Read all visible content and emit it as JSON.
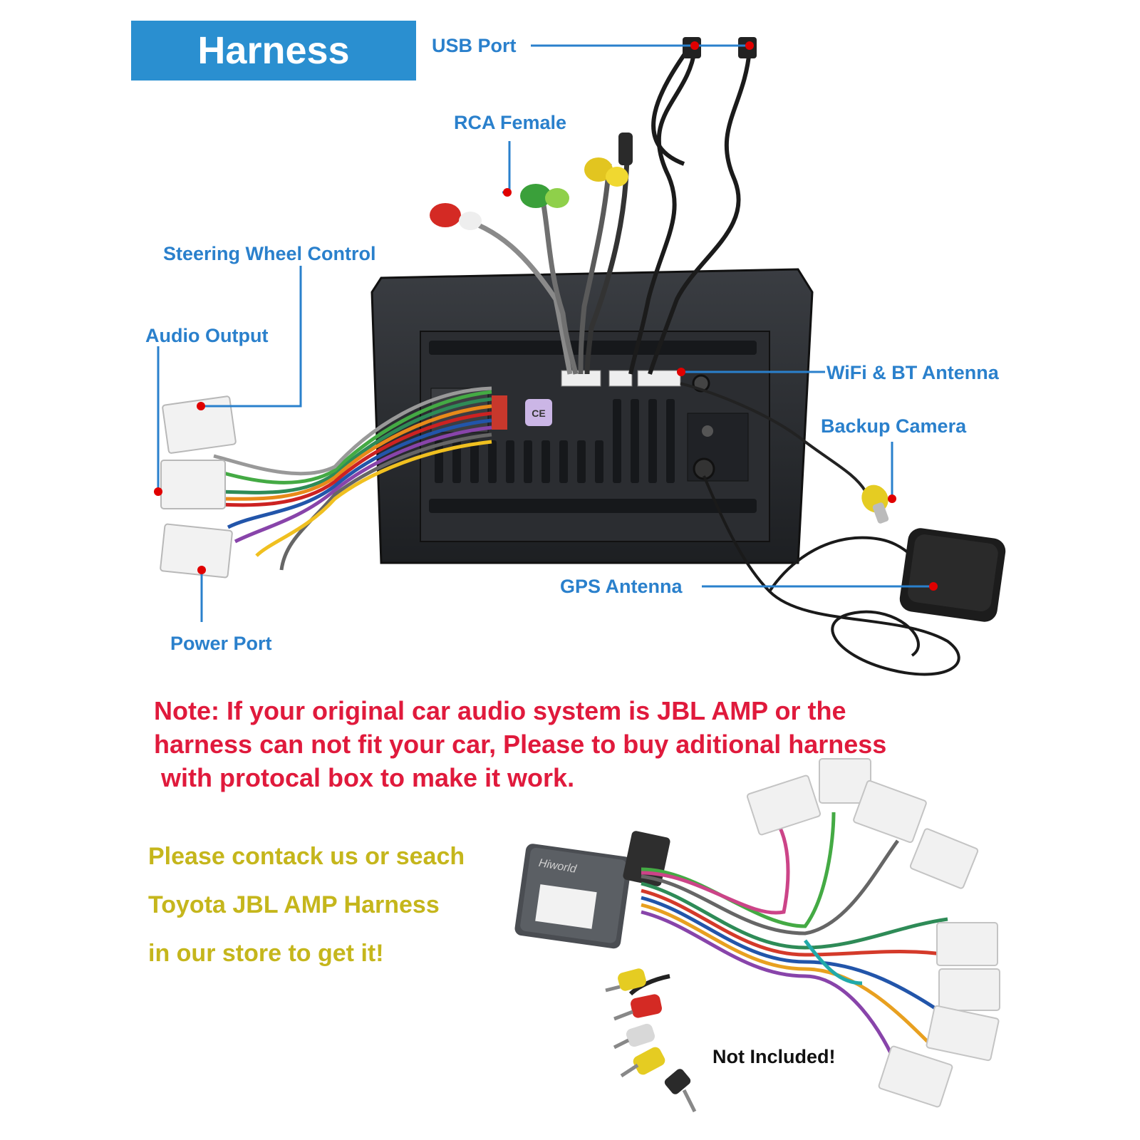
{
  "title": "Harness",
  "labels": {
    "usb_port": "USB Port",
    "rca_female": "RCA Female",
    "steering_wheel_control": "Steering Wheel Control",
    "audio_output": "Audio Output",
    "wifi_bt_antenna": "WiFi & BT Antenna",
    "backup_camera": "Backup Camera",
    "gps_antenna": "GPS Antenna",
    "power_port": "Power Port"
  },
  "note_lines": [
    "Note: If your original car audio system is JBL AMP or the",
    "harness can not fit your car, Please to buy aditional harness",
    " with protocal box to make it work."
  ],
  "contact_lines": [
    "Please contack us or seach",
    "Toyota JBL AMP Harness",
    "in our store to get it!"
  ],
  "not_included": "Not Included!",
  "box_brand": "Hiworld",
  "colors": {
    "label_blue": "#2a80cc",
    "banner_blue": "#2a8fd0",
    "note_red": "#e01a3c",
    "contact_yellow": "#c5b61c",
    "marker_red": "#e00000"
  }
}
